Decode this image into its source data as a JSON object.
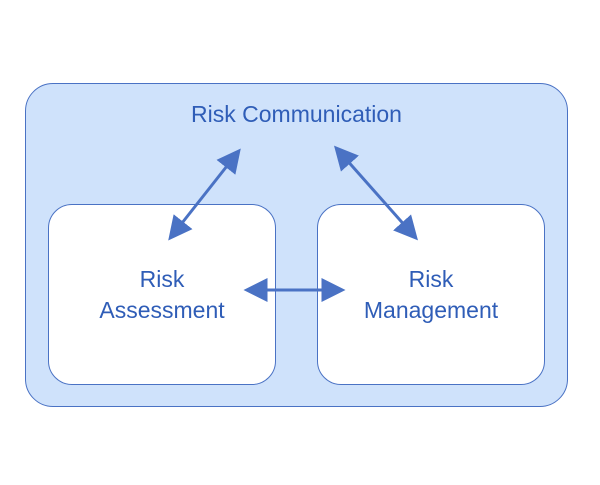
{
  "diagram": {
    "outer": {
      "title": "Risk Communication"
    },
    "left_box": {
      "label": "Risk\nAssessment"
    },
    "right_box": {
      "label": "Risk\nManagement"
    },
    "colors": {
      "outer_fill": "#cfe2fb",
      "border": "#4a72c4",
      "text": "#2f5db7",
      "arrow": "#4a72c4",
      "inner_fill": "#ffffff"
    }
  }
}
